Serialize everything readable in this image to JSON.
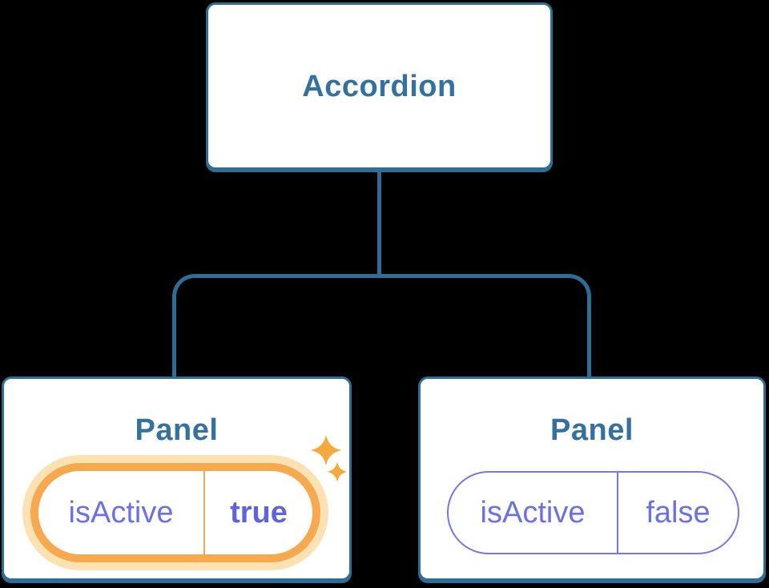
{
  "colors": {
    "background": "#000000",
    "node_fill": "#FFFFFF",
    "node_border": "#2E6D96",
    "node_text": "#35719E",
    "prop_text": "#6C71E2",
    "prop_value_bold": "#6064DC",
    "prop_border": "#7577E8",
    "highlight": "#F6A94E",
    "highlight_glow": "#FCE2B3",
    "sparkle": "#F5A93F"
  },
  "tree": {
    "root": {
      "label": "Accordion"
    },
    "panels": [
      {
        "title": "Panel",
        "prop_name": "isActive",
        "prop_value": "true",
        "state": "highlighted"
      },
      {
        "title": "Panel",
        "prop_name": "isActive",
        "prop_value": "false",
        "state": "normal"
      }
    ]
  },
  "icons": {
    "sparkles": "sparkles-icon"
  }
}
